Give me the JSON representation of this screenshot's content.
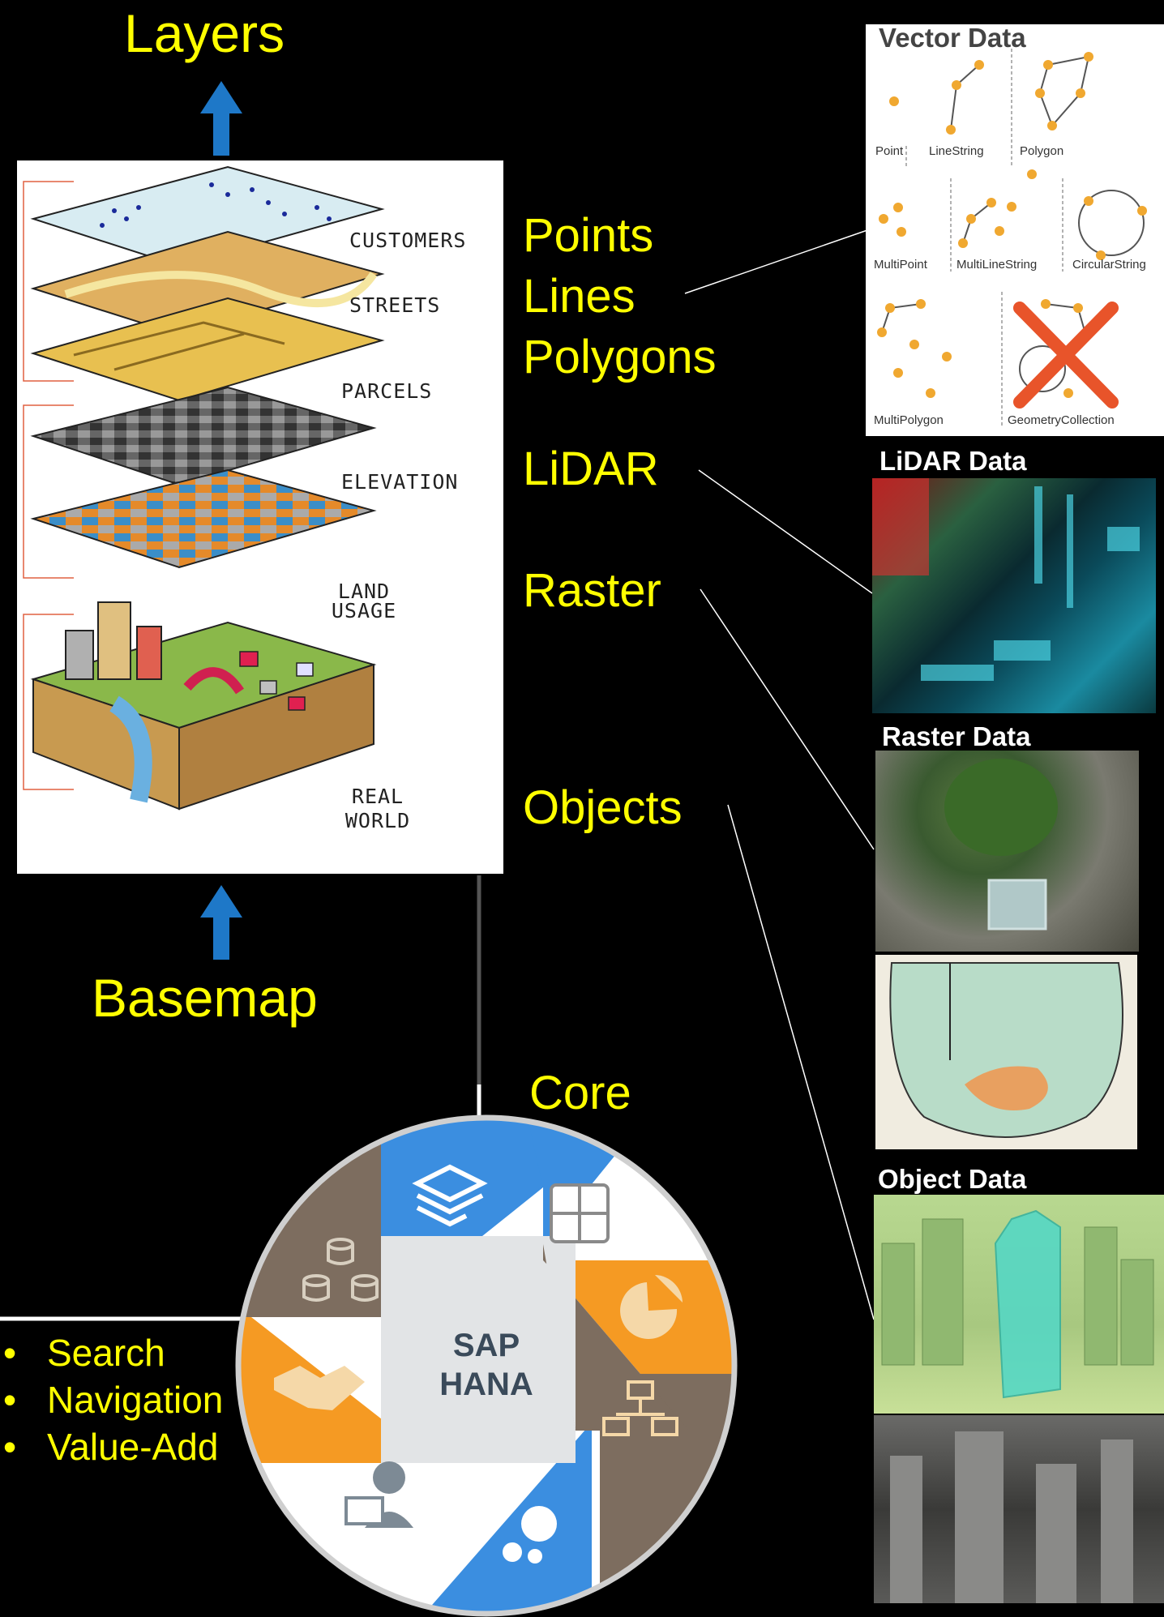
{
  "title": "Layers",
  "basemap_label": "Basemap",
  "core_label": "Core",
  "data_types": {
    "points": "Points",
    "lines": "Lines",
    "polygons": "Polygons",
    "lidar": "LiDAR",
    "raster": "Raster",
    "objects": "Objects"
  },
  "map_layers": [
    "CUSTOMERS",
    "STREETS",
    "PARCELS",
    "ELEVATION",
    "LAND USAGE",
    "REAL WORLD"
  ],
  "vector_panel": {
    "title": "Vector Data",
    "geometry_types": [
      "Point",
      "LineString",
      "Polygon",
      "MultiPoint",
      "MultiLineString",
      "CircularString",
      "MultiPolygon",
      "GeometryCollection"
    ]
  },
  "lidar_panel": {
    "title": "LiDAR Data"
  },
  "raster_panel": {
    "title": "Raster Data"
  },
  "object_panel": {
    "title": "Object Data"
  },
  "hana": {
    "center_line1": "SAP",
    "center_line2": "HANA",
    "segment_icons": [
      "layers-lock-icon",
      "calculator-icon",
      "pie-chart-icon",
      "network-icon",
      "gears-icon",
      "analytics-user-icon",
      "handshake-icon",
      "database-icon"
    ]
  },
  "capabilities": [
    "Search",
    "Navigation",
    "Value-Add"
  ],
  "colors": {
    "label": "#ffff00",
    "arrow": "#1e78c8",
    "hana_blue": "#3b8ee0",
    "hana_orange": "#f59a23",
    "hana_brown": "#7d6d5f",
    "cross": "#e8542a"
  }
}
